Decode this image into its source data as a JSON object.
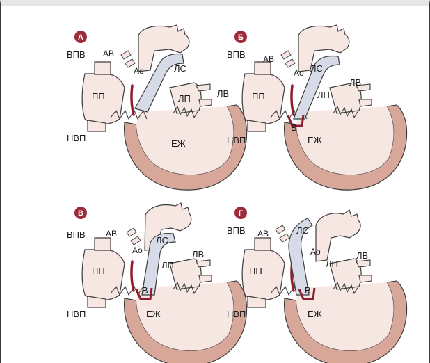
{
  "colors": {
    "badge": "#9e2a3c",
    "heart_fill": "#f7e7e2",
    "outline": "#3c3c3c",
    "ventricle_wall": "#d7a79a",
    "pulmonary": "#d7dbe8",
    "septum": "#8e1f2e"
  },
  "panels": [
    {
      "badge": "А",
      "labels": {
        "svc": "ВПВ",
        "av": "АВ",
        "ra": "ПП",
        "ivc": "НВП",
        "ao": "Ао",
        "pa": "ЛС",
        "la": "ЛП",
        "pv": "ЛВ",
        "lv": "ЕЖ",
        "v": ""
      }
    },
    {
      "badge": "Б",
      "labels": {
        "svc": "ВПВ",
        "av": "АВ",
        "ra": "ПП",
        "ivc": "НВП",
        "ao": "Ао",
        "pa": "ЛС",
        "la": "ЛП",
        "pv": "ЛВ",
        "lv": "ЕЖ",
        "v": "В"
      }
    },
    {
      "badge": "В",
      "labels": {
        "svc": "ВПВ",
        "av": "АВ",
        "ra": "ПП",
        "ivc": "НВП",
        "ao": "Ао",
        "pa": "ЛС",
        "la": "ЛП",
        "pv": "ЛВ",
        "lv": "ЕЖ",
        "v": "В"
      }
    },
    {
      "badge": "Г",
      "labels": {
        "svc": "ВПВ",
        "av": "АВ",
        "ra": "ПП",
        "ivc": "НВП",
        "ao": "Ао",
        "pa": "ЛС",
        "la": "ЛП",
        "pv": "ЛВ",
        "lv": "ЕЖ",
        "v": "В"
      }
    }
  ]
}
